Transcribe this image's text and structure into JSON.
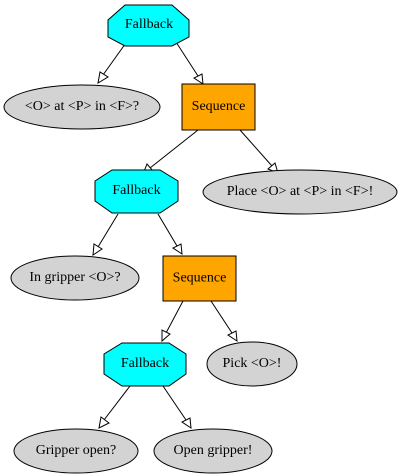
{
  "colors": {
    "fallback_fill": "#00ffff",
    "sequence_fill": "#ffa500",
    "leaf_fill": "#d3d3d3",
    "stroke": "#000000",
    "arrowhead_fill": "#ffffff"
  },
  "nodes": {
    "fallback_root": "Fallback",
    "cond_o_at_p_in_f": "<O> at <P> in <F>?",
    "sequence_1": "Sequence",
    "fallback_2": "Fallback",
    "action_place": "Place <O> at <P> in <F>!",
    "cond_in_gripper": "In gripper <O>?",
    "sequence_2": "Sequence",
    "fallback_3": "Fallback",
    "action_pick": "Pick <O>!",
    "cond_gripper_open": "Gripper open?",
    "action_open_gripper": "Open gripper!"
  }
}
